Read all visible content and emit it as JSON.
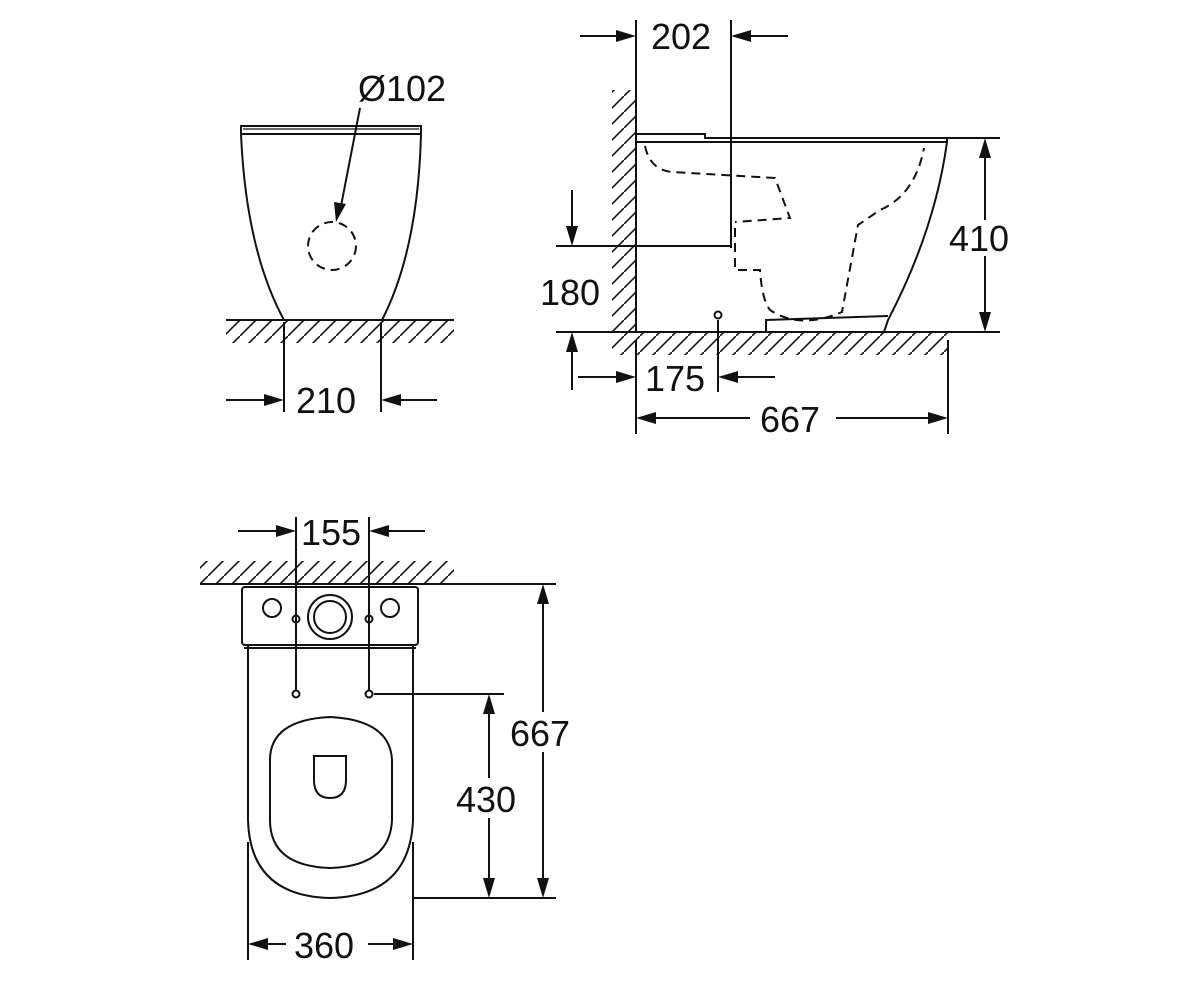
{
  "colors": {
    "line": "#111111",
    "background": "#ffffff"
  },
  "front_view": {
    "outlet_diameter": "Ø102",
    "base_width": "210"
  },
  "side_view": {
    "top_offset": "202",
    "height": "410",
    "outlet_height": "180",
    "floor_fixing_offset": "175",
    "depth": "667"
  },
  "top_view": {
    "fixing_spacing": "155",
    "depth": "667",
    "fixing_to_front": "430",
    "width": "360"
  }
}
